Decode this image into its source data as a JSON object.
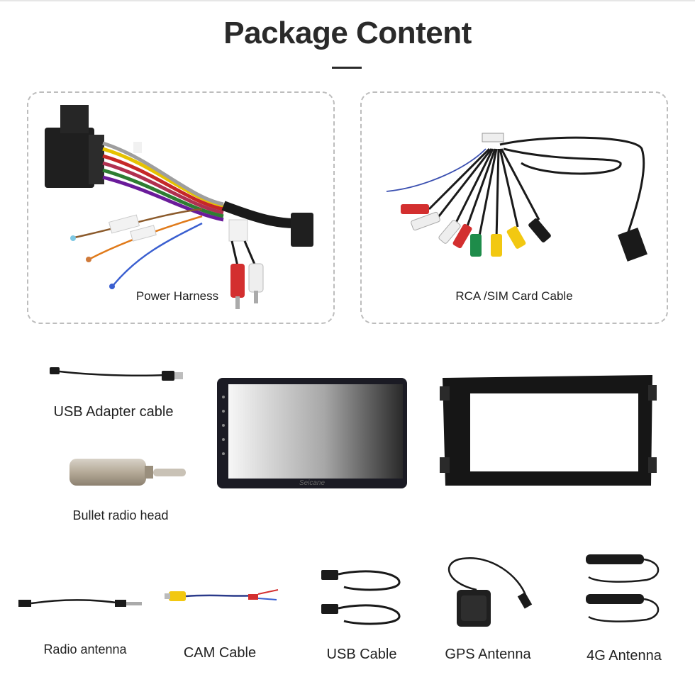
{
  "page_title": "Package Content",
  "items": {
    "power_harness": "Power Harness",
    "rca_sim_cable": "RCA /SIM Card Cable",
    "usb_adapter_cable": "USB Adapter cable",
    "bullet_radio_head": "Bullet radio head",
    "radio_antenna": "Radio antenna",
    "cam_cable": "CAM Cable",
    "usb_cable": "USB Cable",
    "gps_antenna": "GPS Antenna",
    "antenna_4g": "4G Antenna"
  },
  "unit_brand": "Seicane"
}
